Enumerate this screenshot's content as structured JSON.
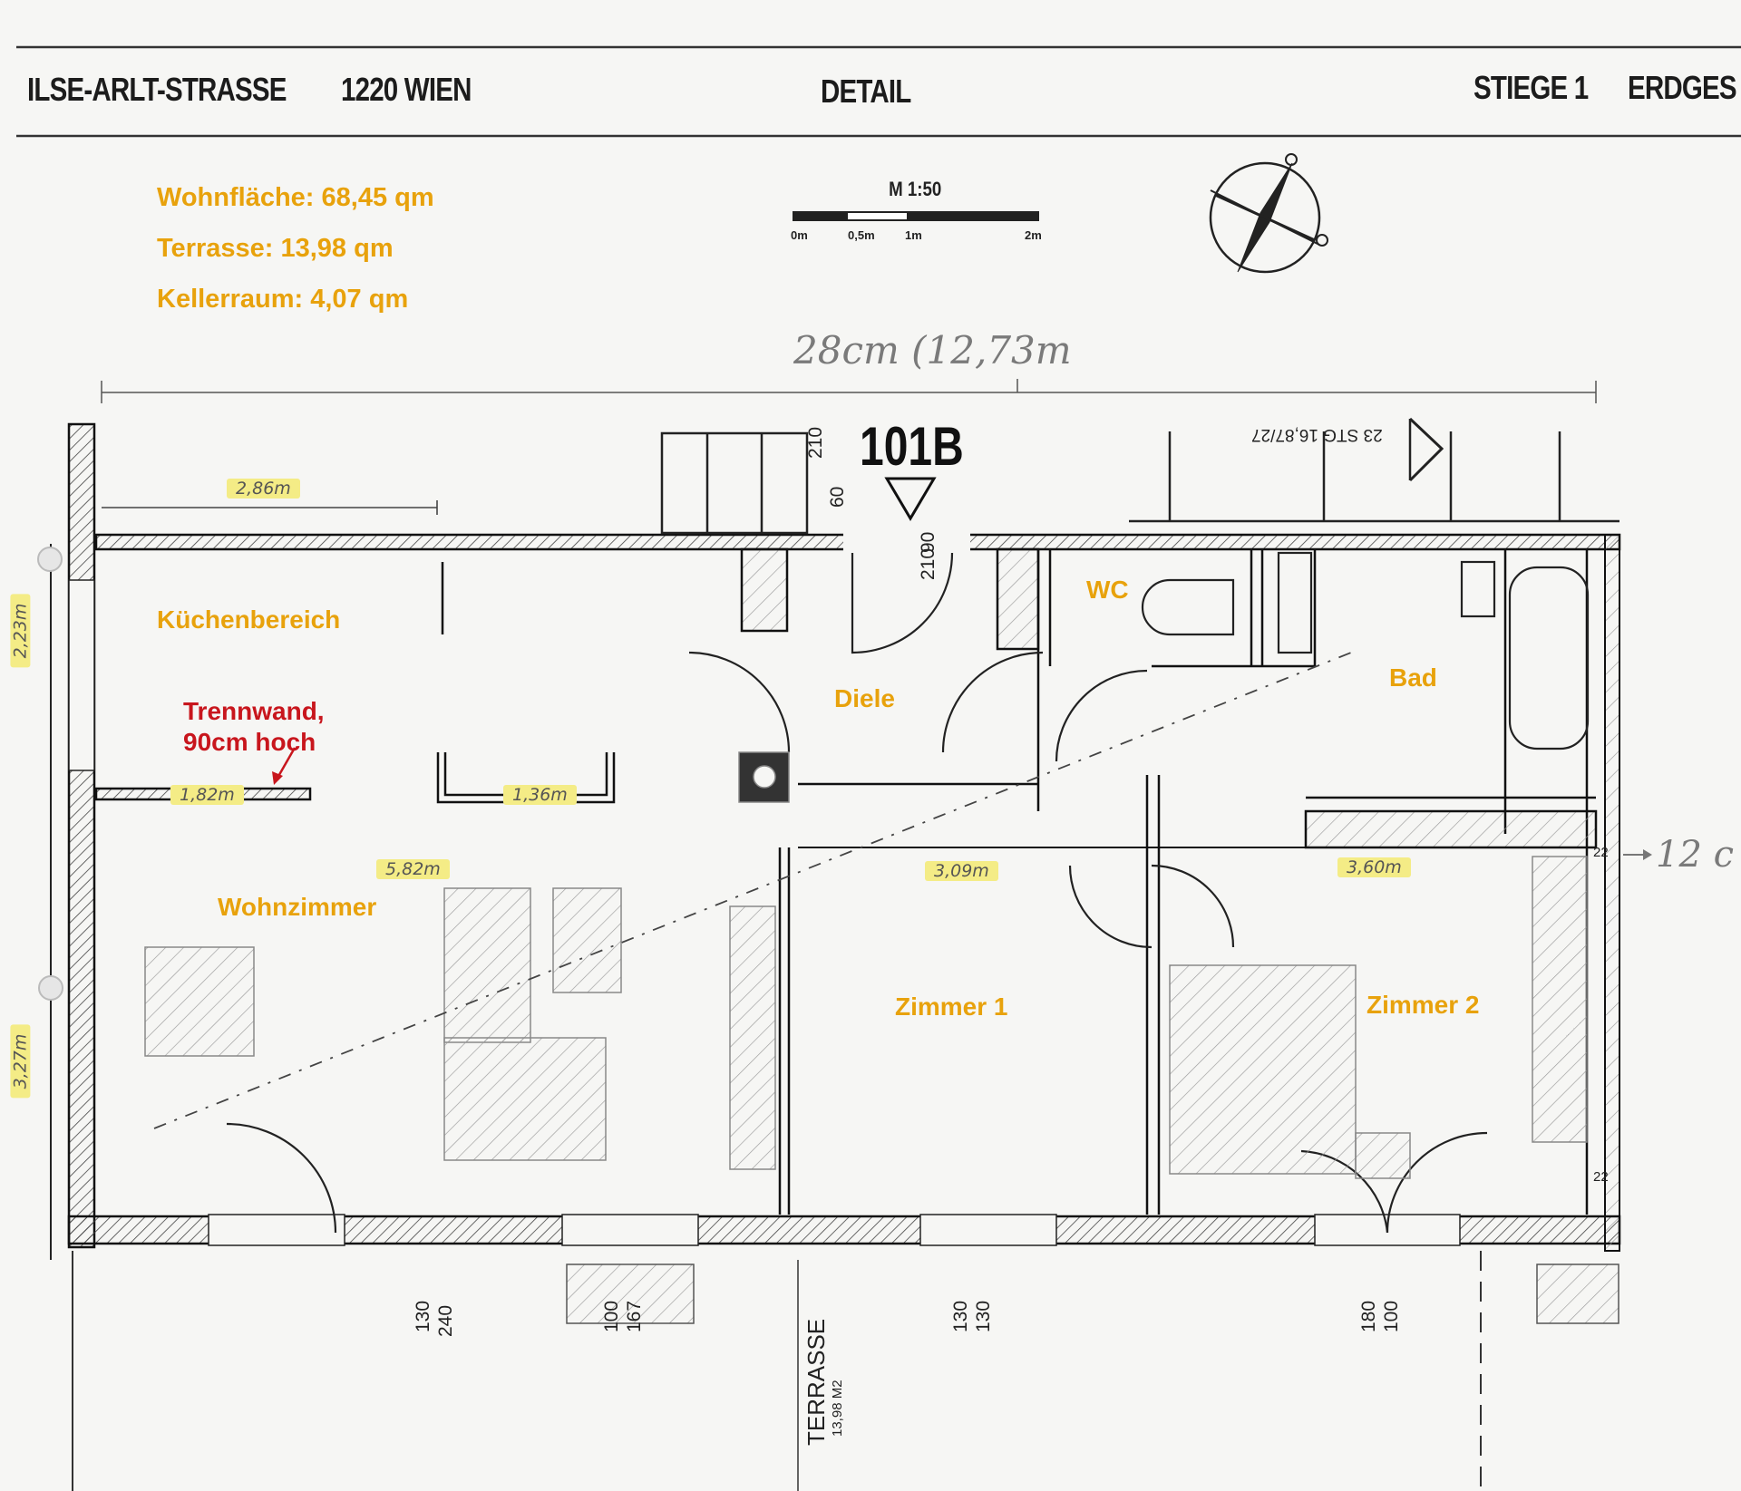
{
  "header": {
    "address": "ILSE-ARLT-STRASSE",
    "city": "1220 WIEN",
    "title": "DETAIL",
    "stair": "STIEGE 1",
    "floor": "ERDGES"
  },
  "areas": {
    "living": "Wohnfläche: 68,45 qm",
    "terrace": "Terrasse: 13,98 qm",
    "cellar": "Kellerraum: 4,07 qm"
  },
  "scale": {
    "label": "M 1:50",
    "ticks": [
      "0m",
      "0,5m",
      "1m",
      "2m"
    ]
  },
  "unit_id": "101B",
  "handwritten_width": "28cm (12,73m",
  "stairs_label": "23 STG 16,87/27",
  "rooms": {
    "kitchen": "Küchenbereich",
    "hall": "Diele",
    "wc": "WC",
    "bath": "Bad",
    "living": "Wohnzimmer",
    "room1": "Zimmer 1",
    "room2": "Zimmer 2"
  },
  "annotation": {
    "line1": "Trennwand,",
    "line2": "90cm hoch"
  },
  "dimensions": {
    "kitchen_width": "2,86m",
    "kitchen_height": "2,23m",
    "living_height": "3,27m",
    "partition_left": "1,82m",
    "partition_right": "1,36m",
    "living_width": "5,82m",
    "room1_width": "3,09m",
    "room2_width": "3,60m"
  },
  "door_codes": {
    "upper_a": "210",
    "upper_b": "60",
    "entrance_a": "90",
    "entrance_b": "210",
    "right_edge": "22",
    "right_bottom": "22"
  },
  "window_codes": {
    "w1": [
      "130",
      "240"
    ],
    "w2": [
      "100",
      "167"
    ],
    "w3": [
      "130",
      "130"
    ],
    "w4": [
      "180",
      "100"
    ]
  },
  "terrace_label": "TERRASSE",
  "terrace_area": "13,98 M2",
  "margin_notes": {
    "arrow_text": "12 c"
  }
}
